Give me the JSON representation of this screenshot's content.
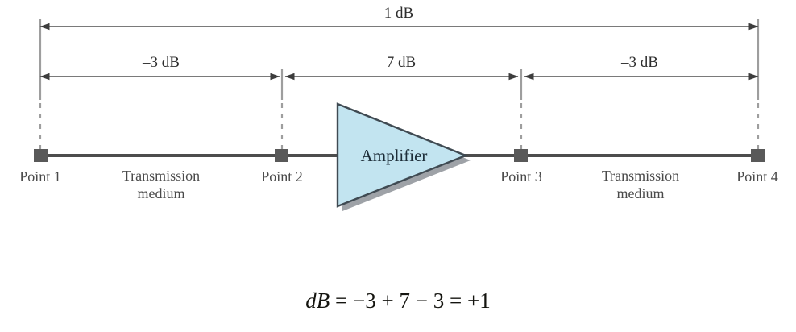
{
  "figure": {
    "type": "block-diagram",
    "description": "Decibel gain/loss along a transmission path with an amplifier",
    "colors": {
      "amplifier_fill": "#c2e4f0",
      "amplifier_stroke": "#3f4a52",
      "line": "#4a4a4a",
      "marker": "#595959",
      "guide": "#9a9a9a",
      "text": "#3a3a3a",
      "equation_text": "#14140f",
      "background": "#ffffff"
    }
  },
  "dimensions": {
    "total": {
      "label": "1 dB",
      "from": "Point 1",
      "to": "Point 4"
    },
    "segments": [
      {
        "label": "–3 dB",
        "from": "Point 1",
        "to": "Point 2"
      },
      {
        "label": "7 dB",
        "from": "Point 2",
        "to": "Point 3"
      },
      {
        "label": "–3 dB",
        "from": "Point 3",
        "to": "Point 4"
      }
    ]
  },
  "points": [
    {
      "label": "Point 1"
    },
    {
      "label": "Point 2"
    },
    {
      "label": "Point 3"
    },
    {
      "label": "Point 4"
    }
  ],
  "media": [
    {
      "line1": "Transmission",
      "line2": "medium"
    },
    {
      "line1": "Transmission",
      "line2": "medium"
    }
  ],
  "amplifier": {
    "label": "Amplifier"
  },
  "equation": {
    "lhs": "dB",
    "eq1": "=",
    "term1": "−3",
    "plus": "+",
    "term2": "7",
    "minus": "−",
    "term3": "3",
    "eq2": "=",
    "result": "+1",
    "full": "dB = −3 + 7 − 3 = +1"
  }
}
